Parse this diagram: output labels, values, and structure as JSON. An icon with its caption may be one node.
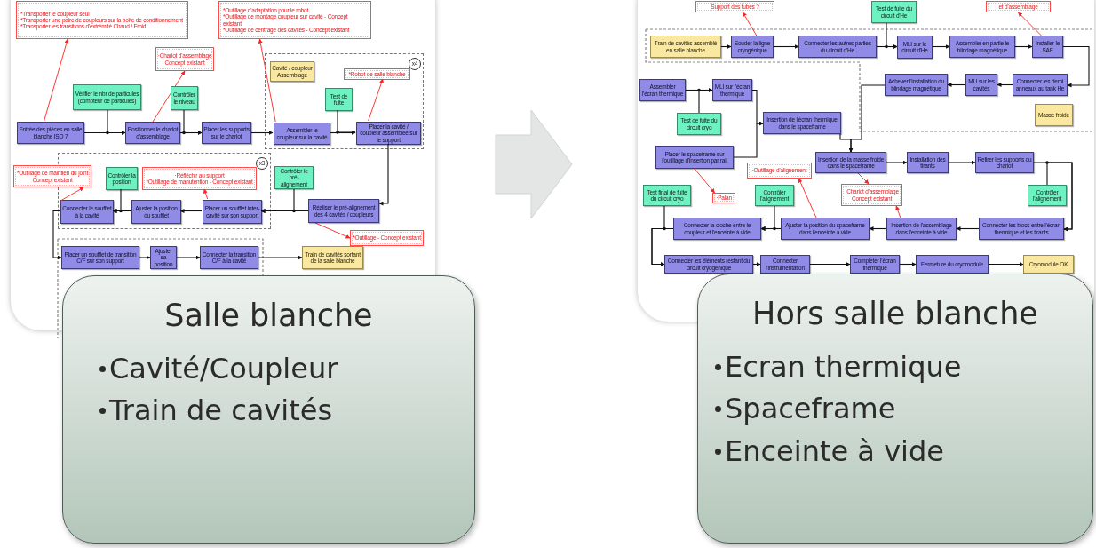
{
  "diagram": {
    "nodes": [
      {
        "text": [
          "*Transporter le coupleur seul",
          "*Transporter une paire de coupleurs sur la boîte de conditionnement",
          "*Transporter les transitions d'extrémité Chaud / Froid"
        ]
      },
      {
        "text": [
          "·Chariot d'assemblage",
          "Concept existant"
        ]
      },
      {
        "text": [
          "*Outillage d'adaptation pour le robot",
          "*Outillage de montage coupleur sur cavité - Concept existant",
          "*Outillage de centrage des cavités - Concept existant"
        ]
      },
      {
        "text": [
          "Vérifier le nbr de particules (compteur de particules)"
        ]
      },
      {
        "text": [
          "Contrôler le niveau"
        ]
      },
      {
        "text": [
          "Entrée des pièces en salle blanche ISO 7"
        ]
      },
      {
        "text": [
          "Positionner le chariot d'assemblage"
        ]
      },
      {
        "text": [
          "Placer les supports sur le chariot"
        ]
      },
      {
        "text": [
          "x4"
        ]
      },
      {
        "text": [
          "Cavité / coupleur Assemblage"
        ],
        "in": 8
      },
      {
        "text": [
          "*Robot de salle blanche"
        ],
        "in": 8
      },
      {
        "text": [
          "Test de fuite"
        ],
        "in": 8
      },
      {
        "text": [
          "Assembler le coupleur sur la cavité"
        ],
        "in": 8
      },
      {
        "text": [
          "Placer la cavité / coupleur assemblée sur le support"
        ],
        "in": 8
      },
      {
        "text": [
          "*Outillage de maintien du joint",
          "Concept existant"
        ]
      },
      {
        "text": [
          "x3"
        ]
      },
      {
        "text": [
          "Contrôler la position"
        ],
        "in": 15
      },
      {
        "text": [
          "·Réfléchir au support",
          "*Outillage de manutention - Concept existant"
        ],
        "in": 15
      },
      {
        "text": [
          "Contrôler le pré-alignement"
        ]
      },
      {
        "text": [
          "Connecter le soufflet à la cavité"
        ],
        "in": 15
      },
      {
        "text": [
          "Ajuster la position du soufflet"
        ],
        "in": 15
      },
      {
        "text": [
          "Placer un soufflet inter-cavité sur son support"
        ],
        "in": 15
      },
      {
        "text": [
          "Réaliser le pré-alignement des 4 cavités / coupleurs"
        ]
      },
      {
        "text": [
          "*Outillage - Concept existant"
        ]
      },
      {
        "text": [
          "Placer un soufflet de transition C/F sur son support"
        ]
      },
      {
        "text": [
          "Ajuster sa position"
        ]
      },
      {
        "text": [
          "Connecter la transition C/F à la cavité"
        ]
      },
      {
        "text": [
          "Train de cavités sortant de la salle blanche"
        ]
      },
      {
        "text": [
          "Salle blanche",
          "Cavité/Coupleur",
          "Train de cavités"
        ]
      },
      {
        "text": [
          "Support des tubes ?"
        ]
      },
      {
        "text": [
          "Test de fuite du circuit d'He"
        ]
      },
      {
        "text": [
          "et d'assemblage"
        ]
      },
      {
        "text": [
          "Train de cavités assemblé en salle blanche"
        ]
      },
      {
        "text": [
          "Souder la ligne cryogénique"
        ]
      },
      {
        "text": [
          "Connecter les autres parties du circuit d'He"
        ]
      },
      {
        "text": [
          "MLI sur le circuit d'He"
        ]
      },
      {
        "text": [
          "Assembler en partie le blindage magnétique"
        ]
      },
      {
        "text": [
          "Installer le SAF"
        ]
      },
      {
        "text": [
          "Assembler l'écran thermique"
        ]
      },
      {
        "text": [
          "MLI sur l'écran thermique"
        ]
      },
      {
        "text": [
          "Achever l'installation du blindage magnétique"
        ]
      },
      {
        "text": [
          "MLI sur les cavités"
        ]
      },
      {
        "text": [
          "Connecter les demi anneaux au tank He"
        ]
      },
      {
        "text": [
          "Test de fuite du circuit cryo"
        ]
      },
      {
        "text": [
          "Insertion de l'écran thermique dans le spaceframe"
        ]
      },
      {
        "text": [
          "Masse froide"
        ]
      },
      {
        "text": [
          "Placer le spaceframe sur l'outillage d'insertion par rail"
        ]
      },
      {
        "text": [
          "Insertion de la masse froide dans le spaceframe"
        ]
      },
      {
        "text": [
          "Installation des tirants"
        ]
      },
      {
        "text": [
          "Retirer les supports du chariot"
        ]
      },
      {
        "text": [
          "·Outillage d'alignement"
        ]
      },
      {
        "text": [
          "·Palan"
        ]
      },
      {
        "text": [
          "·Chariot d'assemblage",
          "Concept existant"
        ]
      },
      {
        "text": [
          "Test final de fuite du circuit cryo"
        ]
      },
      {
        "text": [
          "Contrôler l'alignement"
        ]
      },
      {
        "text": [
          "Contrôler l'alignement"
        ]
      },
      {
        "text": [
          "Connecter la cloche entre le coupleur et l'enceinte à vide"
        ]
      },
      {
        "text": [
          "Ajuster la position du spaceframe dans l'enceinte à vide"
        ]
      },
      {
        "text": [
          "Insertion de l'assemblage dans l'enceinte à vide"
        ]
      },
      {
        "text": [
          "Connecter les blocs entre l'écran thermique et les tirants"
        ]
      },
      {
        "text": [
          "Connecter les éléments restant du circuit cryogénique"
        ]
      },
      {
        "text": [
          "Connecter l'instrumentation"
        ]
      },
      {
        "text": [
          "Completer l'écran thermique"
        ]
      },
      {
        "text": [
          "Fermeture du cryomodule"
        ]
      },
      {
        "text": [
          "Cryomodule OK"
        ]
      },
      {
        "text": [
          "Hors salle blanche",
          "Ecran thermique",
          "Spaceframe",
          "Enceinte à vide"
        ]
      }
    ],
    "edges": [
      {
        "from": 5,
        "to": 0,
        "arrow": "to",
        "color": "#ff2020"
      },
      {
        "from": 6,
        "to": 1,
        "arrow": "to",
        "color": "#ff2020"
      },
      {
        "from": 12,
        "to": 2,
        "arrow": "to",
        "color": "#ff2020"
      },
      {
        "from": 13,
        "to": 10,
        "arrow": "to",
        "color": "#ff2020"
      },
      {
        "from": 19,
        "to": 14,
        "arrow": "to",
        "color": "#ff2020"
      },
      {
        "from": 21,
        "to": 17,
        "arrow": "to",
        "color": "#ff2020"
      },
      {
        "from": 22,
        "to": 23,
        "arrow": "to",
        "color": "#ff2020"
      },
      {
        "from": 5,
        "to": 6,
        "arrow": "to"
      },
      {
        "from": 3,
        "to": 6,
        "arrow": "to"
      },
      {
        "from": 4,
        "to": 7,
        "arrow": "to"
      },
      {
        "from": 6,
        "to": 7,
        "arrow": "to"
      },
      {
        "from": 7,
        "to": 12,
        "arrow": "to"
      },
      {
        "from": 11,
        "to": 13,
        "arrow": "to"
      },
      {
        "from": 12,
        "to": 13,
        "arrow": "to"
      },
      {
        "from": 13,
        "to": 22,
        "arrow": "to"
      },
      {
        "from": 22,
        "to": 21,
        "arrow": "to"
      },
      {
        "from": 18,
        "to": 21,
        "arrow": "to"
      },
      {
        "from": 21,
        "to": 20,
        "arrow": "to"
      },
      {
        "from": 20,
        "to": 19,
        "arrow": "to"
      },
      {
        "from": 16,
        "to": 19,
        "arrow": "to"
      },
      {
        "from": 19,
        "to": 24,
        "arrow": "to"
      },
      {
        "from": 24,
        "to": 25,
        "arrow": "to"
      },
      {
        "from": 25,
        "to": 26,
        "arrow": "to"
      },
      {
        "from": 26,
        "to": 27,
        "arrow": "to"
      },
      {
        "from": 33,
        "to": 29,
        "arrow": "to",
        "color": "#ff2020"
      },
      {
        "from": 37,
        "to": 31,
        "arrow": "to",
        "color": "#ff2020"
      },
      {
        "from": 32,
        "to": 33,
        "arrow": "to"
      },
      {
        "from": 33,
        "to": 34,
        "arrow": "to"
      },
      {
        "from": 34,
        "to": 35,
        "arrow": "to"
      },
      {
        "from": 30,
        "to": 35,
        "arrow": "to"
      },
      {
        "from": 35,
        "to": 36,
        "arrow": "to"
      },
      {
        "from": 36,
        "to": 37,
        "arrow": "to"
      },
      {
        "from": 37,
        "to": 42,
        "arrow": "to"
      },
      {
        "from": 42,
        "to": 41,
        "arrow": "to"
      },
      {
        "from": 41,
        "to": 40,
        "arrow": "to"
      },
      {
        "from": 40,
        "to": 47,
        "arrow": "to"
      },
      {
        "from": 44,
        "to": 47,
        "arrow": "to"
      },
      {
        "from": 38,
        "to": 39,
        "arrow": "to"
      },
      {
        "from": 43,
        "to": 39,
        "arrow": "to"
      },
      {
        "from": 39,
        "to": 44,
        "arrow": "to"
      },
      {
        "from": 46,
        "to": 44,
        "arrow": "to"
      },
      {
        "from": 46,
        "to": 51,
        "arrow": "to",
        "color": "#ff2020"
      },
      {
        "from": 47,
        "to": 48,
        "arrow": "to"
      },
      {
        "from": 48,
        "to": 49,
        "arrow": "to"
      },
      {
        "from": 47,
        "to": 52,
        "arrow": "to",
        "color": "#ff2020"
      },
      {
        "from": 58,
        "to": 52,
        "arrow": "to",
        "color": "#ff2020"
      },
      {
        "from": 57,
        "to": 50,
        "arrow": "to",
        "color": "#ff2020"
      },
      {
        "from": 49,
        "to": 59,
        "arrow": "to"
      },
      {
        "from": 55,
        "to": 59,
        "arrow": "to"
      },
      {
        "from": 59,
        "to": 58,
        "arrow": "to"
      },
      {
        "from": 58,
        "to": 57,
        "arrow": "to"
      },
      {
        "from": 57,
        "to": 56,
        "arrow": "to"
      },
      {
        "from": 54,
        "to": 56,
        "arrow": "to"
      },
      {
        "from": 56,
        "to": 60,
        "arrow": "to"
      },
      {
        "from": 53,
        "to": 60,
        "arrow": "to"
      },
      {
        "from": 60,
        "to": 61,
        "arrow": "to"
      },
      {
        "from": 61,
        "to": 62,
        "arrow": "to"
      },
      {
        "from": 62,
        "to": 63,
        "arrow": "to"
      },
      {
        "from": 63,
        "to": 64,
        "arrow": "to"
      }
    ]
  }
}
